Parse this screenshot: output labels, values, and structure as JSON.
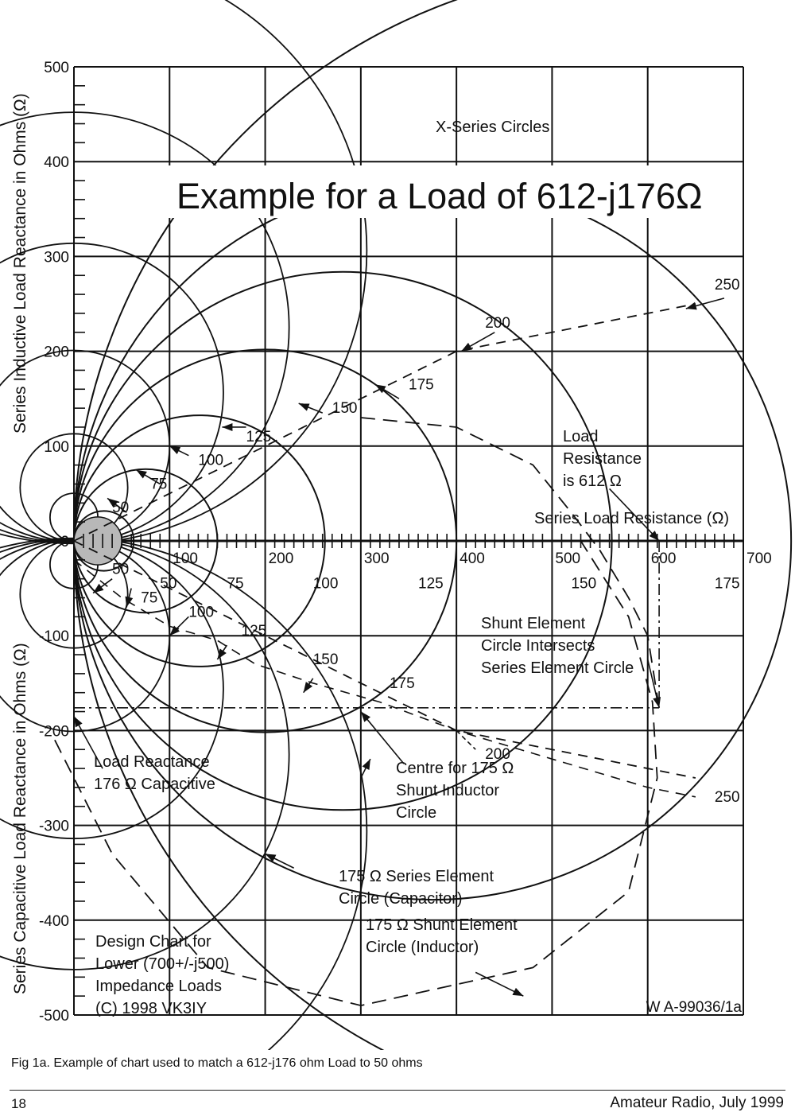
{
  "chart_data": {
    "type": "line",
    "title": "Example for a Load of 612-j176",
    "title_symbol": "Ω",
    "xlabel": "Series Load Resistance (Ω)",
    "ylabel_upper": "Series Inductive Load Reactance in Ohms  (Ω)",
    "ylabel_lower": "Series Capacitive Load Reactance in Ohms  (Ω)",
    "xlim": [
      0,
      700
    ],
    "ylim": [
      -500,
      500
    ],
    "x_ticks": [
      "100",
      "200",
      "300",
      "400",
      "500",
      "600",
      "700"
    ],
    "y_ticks": [
      "500",
      "400",
      "300",
      "200",
      "100",
      "0",
      "-100",
      "-200",
      "-300",
      "-400",
      "-500"
    ],
    "series_circle_values": [
      50,
      75,
      100,
      125,
      150,
      175,
      200,
      250
    ],
    "shunt_circle_values": [
      50,
      75,
      100,
      125,
      150,
      175
    ],
    "load": {
      "r": 612,
      "x": -176
    },
    "annotations": {
      "x_series_circles": "X-Series Circles",
      "load_resistance": [
        "Load",
        "Resistance",
        "is 612 Ω"
      ],
      "shunt_intersects": [
        "Shunt Element",
        "Circle Intersects",
        "Series Element Circle"
      ],
      "load_reactance": [
        "Load Reactance",
        "176 Ω Capacitive"
      ],
      "centre": [
        "Centre for 175 Ω",
        "Shunt Inductor",
        "Circle"
      ],
      "series_element": [
        "175 Ω Series Element",
        "Circle (Capacitor)"
      ],
      "shunt_element": [
        "175 Ω Shunt Element",
        "Circle (Inductor)"
      ],
      "design": [
        "Design Chart for",
        "Lower (700+/-j500)",
        "Impedance Loads",
        "(C) 1998 VK3IY"
      ],
      "code": "W A-99036/1a"
    },
    "upper_curve_labels": [
      "50",
      "75",
      "100",
      "125",
      "150",
      "175",
      "200",
      "250"
    ],
    "lower_curve_labels": [
      "50",
      "75",
      "100",
      "125",
      "150",
      "175",
      "200",
      "250"
    ],
    "axis_curve_labels": [
      "50",
      "75",
      "100",
      "125",
      "150",
      "175"
    ],
    "zero_label": "0"
  },
  "caption": "Fig 1a. Example of chart used to match a 612-j176 ohm Load to 50 ohms",
  "page_number": "18",
  "journal": "Amateur Radio, July 1999"
}
